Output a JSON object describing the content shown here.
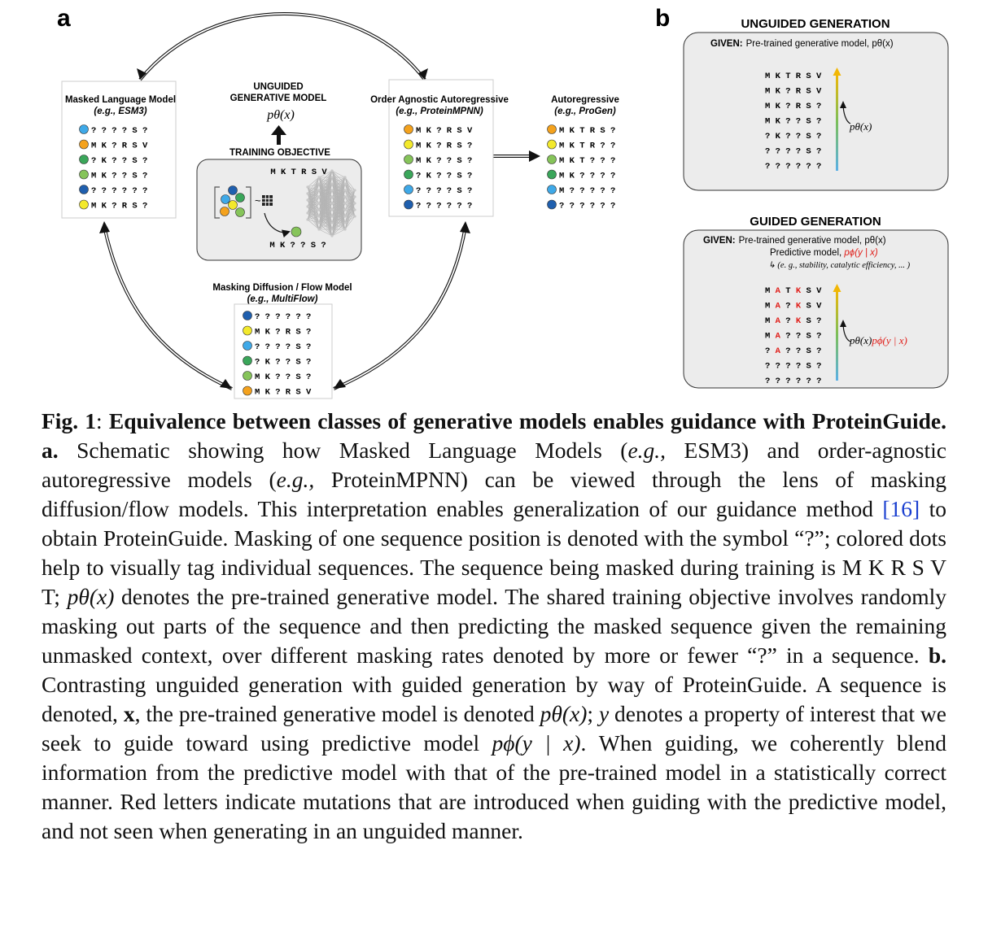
{
  "panel_a": {
    "label": "a",
    "mlm": {
      "title": "Masked Language Model",
      "subtitle": "(e.g., ESM3)",
      "rows": [
        {
          "color": "#3fa9e8",
          "seq": "? ? ? ? S ?"
        },
        {
          "color": "#f4a21d",
          "seq": "M K ? R S V"
        },
        {
          "color": "#3aa65a",
          "seq": "? K ? ? S ?"
        },
        {
          "color": "#86c45a",
          "seq": "M K ? ? S ?"
        },
        {
          "color": "#1f5fae",
          "seq": "? ? ? ? ? ?"
        },
        {
          "color": "#f3e92c",
          "seq": "M K ? R S ?"
        }
      ]
    },
    "center": {
      "title_line1": "UNGUIDED",
      "title_line2": "GENERATIVE MODEL",
      "model_label": "pθ(x)",
      "objective": "TRAINING OBJECTIVE",
      "seq_top": "M K T R S V",
      "seq_bottom": "M K ? ? S ?",
      "tilde": "~"
    },
    "oaar": {
      "title": "Order Agnostic Autoregressive",
      "subtitle": "(e.g., ProteinMPNN)",
      "rows": [
        {
          "color": "#f4a21d",
          "seq": "M K ? R S V"
        },
        {
          "color": "#f3e92c",
          "seq": "M K ? R S ?"
        },
        {
          "color": "#86c45a",
          "seq": "M K ? ? S ?"
        },
        {
          "color": "#3aa65a",
          "seq": "? K ? ? S ?"
        },
        {
          "color": "#3fa9e8",
          "seq": "? ? ? ? S ?"
        },
        {
          "color": "#1f5fae",
          "seq": "? ? ? ? ? ?"
        }
      ]
    },
    "ar": {
      "title": "Autoregressive",
      "subtitle": "(e.g., ProGen)",
      "rows": [
        {
          "color": "#f4a21d",
          "seq": "M K T R S ?"
        },
        {
          "color": "#f3e92c",
          "seq": "M K T R ? ?"
        },
        {
          "color": "#86c45a",
          "seq": "M K T ? ? ?"
        },
        {
          "color": "#3aa65a",
          "seq": "M K ? ? ? ?"
        },
        {
          "color": "#3fa9e8",
          "seq": "M ? ? ? ? ?"
        },
        {
          "color": "#1f5fae",
          "seq": "? ? ? ? ? ?"
        }
      ]
    },
    "mdf": {
      "title": "Masking Diffusion / Flow Model",
      "subtitle": "(e.g., MultiFlow)",
      "rows": [
        {
          "color": "#1f5fae",
          "seq": "? ? ? ? ? ?"
        },
        {
          "color": "#f3e92c",
          "seq": "M K ? R S ?"
        },
        {
          "color": "#3fa9e8",
          "seq": "? ? ? ? S ?"
        },
        {
          "color": "#3aa65a",
          "seq": "? K ? ? S ?"
        },
        {
          "color": "#86c45a",
          "seq": "M K ? ? S ?"
        },
        {
          "color": "#f4a21d",
          "seq": "M K ? R S V"
        }
      ]
    }
  },
  "panel_b": {
    "label": "b",
    "unguided": {
      "title": "UNGUIDED GENERATION",
      "given_label": "GIVEN:",
      "given_text": "Pre-trained generative model, pθ(x)",
      "rows": [
        "M K T R S V",
        "M K ? R S V",
        "M K ? R S ?",
        "M K ? ? S ?",
        "? K ? ? S ?",
        "? ? ? ? S ?",
        "? ? ? ? ? ?"
      ],
      "arrow_label": "pθ(x)"
    },
    "guided": {
      "title": "GUIDED GENERATION",
      "given_label": "GIVEN:",
      "given_text": "Pre-trained generative model, pθ(x)",
      "predictive": "Predictive model, pϕ(y | x)",
      "predictive_prefix": "Predictive model, ",
      "predictive_formula": "pϕ(y | x)",
      "note": "↳ (e. g., stability, catalytic efficiency, ... )",
      "rows": [
        {
          "chars": [
            "M",
            "A",
            "T",
            "K",
            "S",
            "V"
          ],
          "red": [
            1,
            3
          ]
        },
        {
          "chars": [
            "M",
            "A",
            "?",
            "K",
            "S",
            "V"
          ],
          "red": [
            1,
            3
          ]
        },
        {
          "chars": [
            "M",
            "A",
            "?",
            "K",
            "S",
            "?"
          ],
          "red": [
            1,
            3
          ]
        },
        {
          "chars": [
            "M",
            "A",
            "?",
            "?",
            "S",
            "?"
          ],
          "red": [
            1
          ]
        },
        {
          "chars": [
            "?",
            "A",
            "?",
            "?",
            "S",
            "?"
          ],
          "red": [
            1
          ]
        },
        {
          "chars": [
            "?",
            "?",
            "?",
            "?",
            "S",
            "?"
          ],
          "red": []
        },
        {
          "chars": [
            "?",
            "?",
            "?",
            "?",
            "?",
            "?"
          ],
          "red": []
        }
      ],
      "arrow_label_black": "pθ(x)",
      "arrow_label_red": "pϕ(y | x)"
    },
    "colors": {
      "mutation": "#e0201b",
      "arrow_top": "#f2b705",
      "arrow_mid": "#7bbf5a",
      "arrow_bottom": "#5bb0e6"
    }
  },
  "caption": {
    "fig_label": "Fig. 1",
    "bold_title": "Equivalence between classes of generative models enables guidance with ProteinGuide.",
    "a_label": "a.",
    "text_a1": "Schematic showing how Masked Language Models (",
    "eg1": "e.g.,",
    "text_a2": " ESM3) and order-agnostic autoregressive models (",
    "eg2": "e.g.,",
    "text_a3": " ProteinMPNN) can be viewed through the lens of masking diffusion/flow models. This interpretation enables generalization of our guidance method ",
    "ref": "[16]",
    "text_a4": " to obtain ProteinGuide. Masking of one sequence position is denoted with the symbol “?”; colored dots help to visually tag individual sequences. The sequence being masked during training is M K R S V T; ",
    "ptheta": "pθ(x)",
    "text_a5": " denotes the pre-trained generative model. The shared training objective involves randomly masking out parts of the sequence and then predicting the masked sequence given the remaining unmasked context, over different masking rates denoted by more or fewer “?” in a sequence.",
    "b_label": "b.",
    "text_b1": "Contrasting unguided generation with guided generation by way of ProteinGuide. A sequence is denoted, ",
    "x_sym": "x",
    "text_b2": ", the pre-trained generative model is denoted ",
    "ptheta2": "pθ(x)",
    "text_b3": "; ",
    "y_sym": "y",
    "text_b4": " denotes a property of interest that we seek to guide toward using predictive model ",
    "pphi": "pϕ(y | x)",
    "text_b5": ". When guiding, we coherently blend information from the predictive model with that of the pre-trained model in a statistically correct manner. Red letters indicate mutations that are introduced when guiding with the predictive model, and not seen when generating in an unguided manner."
  }
}
